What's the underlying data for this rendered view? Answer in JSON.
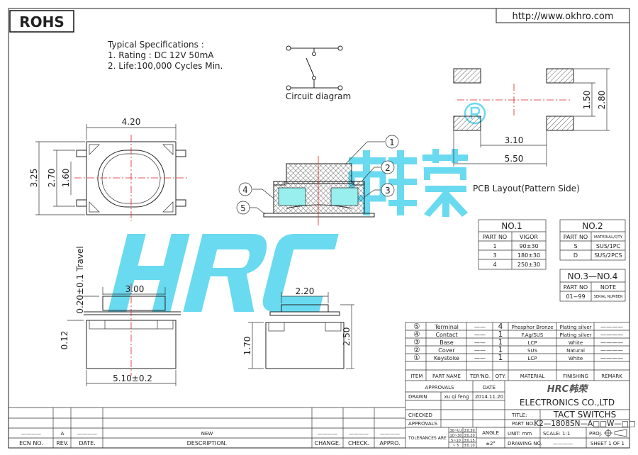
{
  "header": {
    "rohs": "ROHS",
    "url": "http://www.okhro.com"
  },
  "specs": {
    "title": "Typical Specifications :",
    "lines": [
      "1. Rating : DC 12V 50mA",
      "2. Life:100,000 Cycles Min."
    ]
  },
  "circuit": {
    "label": "Circuit diagram"
  },
  "top_view": {
    "width": "4.20",
    "height": "3.25",
    "inner_h": "2.70",
    "oval_h": "1.60"
  },
  "section": {
    "callouts": [
      "1",
      "2",
      "3",
      "4",
      "5"
    ]
  },
  "pcb": {
    "label": "PCB Layout(Pattern Side)",
    "dim_x_inner": "3.10",
    "dim_x_outer": "5.50",
    "dim_y_inner": "1.50",
    "dim_y_outer": "2.80"
  },
  "side_view": {
    "top": "3.00",
    "width": "5.10±0.2",
    "travel": "0.20±0.1 Travel",
    "base": "0.12"
  },
  "end_view": {
    "top": "2.20",
    "h_body": "1.70",
    "h_total": "2.50"
  },
  "watermark": {
    "text": "HRC",
    "cn": "韩荣",
    "reg": "®"
  },
  "no1": {
    "title": "NO.1",
    "headers": [
      "PART NO",
      "VIGOR"
    ],
    "rows": [
      [
        "1",
        "90±30"
      ],
      [
        "3",
        "180±30"
      ],
      [
        "4",
        "250±30"
      ]
    ]
  },
  "no2": {
    "title": "NO.2",
    "headers": [
      "PART NO",
      "MATERIAL/QTY"
    ],
    "rows": [
      [
        "S",
        "SUS/1PC"
      ],
      [
        "D",
        "SUS/2PCS"
      ]
    ]
  },
  "no34": {
    "title": "NO.3—NO.4",
    "headers": [
      "PART NO",
      "NOTE"
    ],
    "rows": [
      [
        "01~99",
        "SERIAL NUMBER"
      ]
    ]
  },
  "bom": {
    "headers": [
      "ITEM",
      "PART NAME",
      "TER'NO.",
      "QTY.",
      "MATERIAL",
      "FINISHING",
      "REMARK"
    ],
    "rows": [
      [
        "⑤",
        "Terminal",
        "——",
        "4",
        "Phosphor Bronze",
        "Plating silver",
        "————"
      ],
      [
        "④",
        "Contact",
        "——",
        "1",
        "F.Ag/SUS",
        "Plating silver",
        "————"
      ],
      [
        "③",
        "Base",
        "——",
        "1",
        "LCP",
        "White",
        "————"
      ],
      [
        "②",
        "Cover",
        "——",
        "1",
        "SUS",
        "Natural",
        "————"
      ],
      [
        "①",
        "Keystoke",
        "——",
        "1",
        "LCP",
        "White",
        "————"
      ]
    ]
  },
  "title_block": {
    "approvals": "APPROVALS",
    "date": "DATE",
    "drawn": "DRAWN",
    "drawn_by": "xu qi feng",
    "drawn_date": "2014.11.20",
    "checked": "CHECKED",
    "approvals2": "APPROVALS",
    "company_logo": "HRC韩荣",
    "company": "ELECTRONICS CO.,LTD",
    "title_label": "TITLE:",
    "title": "TACT SWITCHS",
    "part_label": "PART NO.",
    "part_no": "K2—1808SN—A□□W—□□",
    "tol_label": "TOLERANCES ARE",
    "tol_ranges": [
      "30~U.I",
      "10~30",
      "5~10",
      "~ 5"
    ],
    "tol_values": [
      "±0.30",
      "±0.20",
      "±0.15",
      "±0.10"
    ],
    "angle_label": "ANGLE",
    "angle": "±2°",
    "unit": "UNIT:  mm",
    "drawing_no_label": "DRAWING NO.",
    "drawing_no": "————",
    "scale": "SCALE:  1:1",
    "proj": "PROJ.",
    "sheet": "SHEET  1 OF 1"
  },
  "revision": {
    "headers": [
      "ECN NO.",
      "REV.",
      "DATE.",
      "DESCRIPTION.",
      "CHANGE.",
      "CHECK.",
      "APPRO."
    ],
    "row": [
      "————",
      "A",
      "————",
      "NEW",
      "————",
      "————",
      "————"
    ]
  }
}
